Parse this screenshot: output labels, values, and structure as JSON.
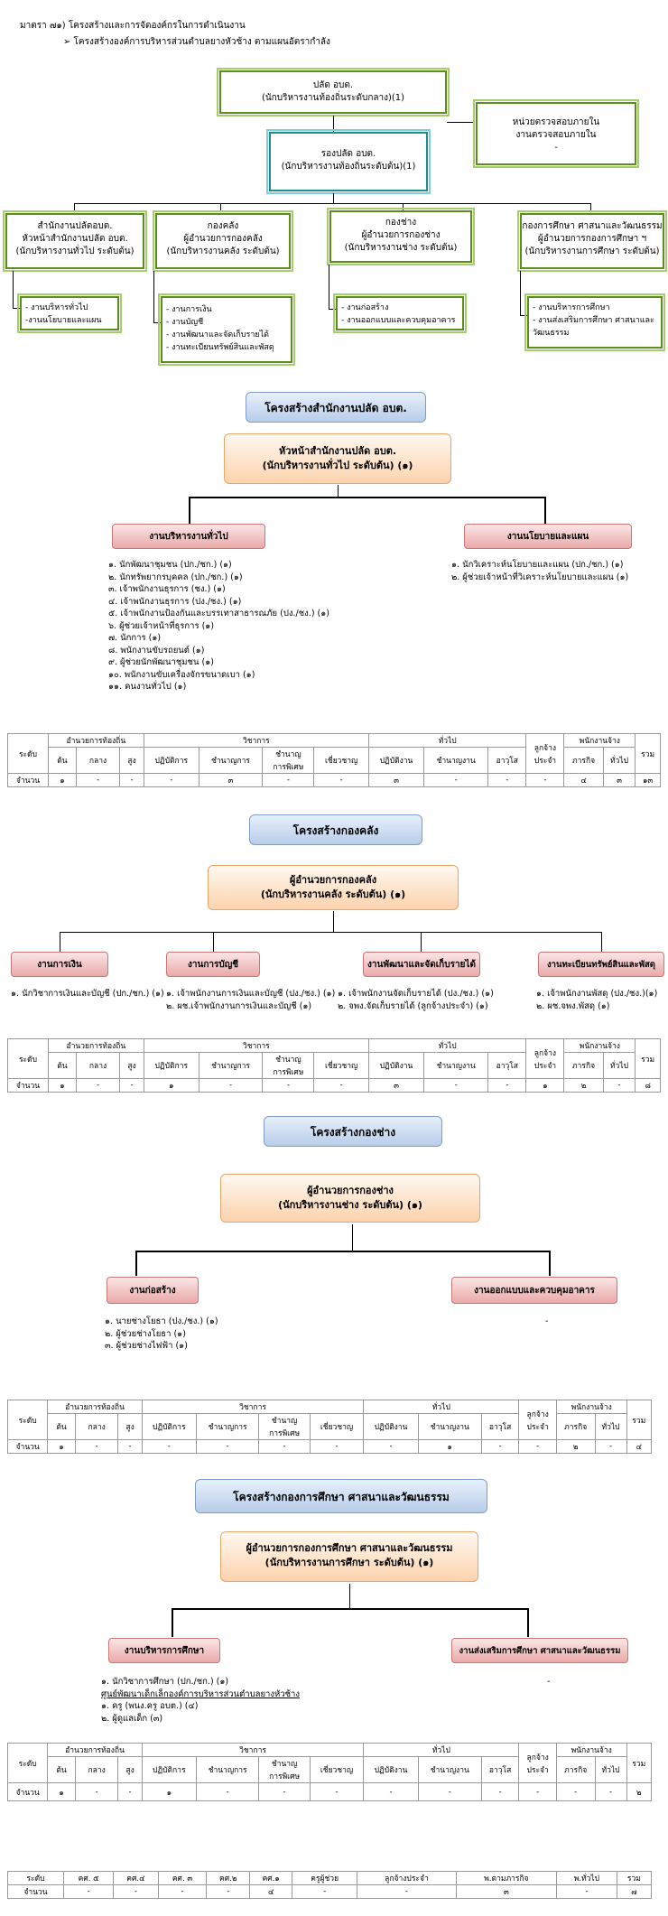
{
  "section_title": "มาตรา ๗๑) โครงสร้างและการจัดองค์กรในการดำเนินงาน",
  "subtitle": "➢ โครงสร้างองค์การบริหารส่วนตำบลยางหัวช้าง ตามแผนอัตรากำลัง",
  "org": {
    "palad": [
      "ปลัด อบต.",
      "(นักบริหารงานท้องถิ่นระดับกลาง)(1)"
    ],
    "rong_palad": [
      "รองปลัด อบต.",
      "(นักบริหารงานท้องถิ่นระดับต้น)(1)"
    ],
    "audit": [
      "หน่วยตรวจสอบภายใน",
      "งานตรวจสอบภายใน",
      "-"
    ],
    "divisions": [
      {
        "lines": [
          "สำนักงานปลัดอบต.",
          "หัวหน้าสำนักงานปลัด อบต.",
          "(นักบริหารงานทั่วไป ระดับต้น)"
        ],
        "tasks": [
          "- งานบริหารทั่วไป",
          "-งานนโยบายและแผน"
        ]
      },
      {
        "lines": [
          "กองคลัง",
          "ผู้อำนวยการกองคลัง",
          "(นักบริหารงานคลัง ระดับต้น)"
        ],
        "tasks": [
          "- งานการเงิน",
          "- งานบัญชี",
          "- งานพัฒนาและจัดเก็บรายได้",
          "- งานทะเบียนทรัพย์สินและพัสดุ"
        ]
      },
      {
        "lines": [
          "กองช่าง",
          "ผู้อำนวยการกองช่าง",
          "(นักบริหารงานช่าง ระดับต้น)"
        ],
        "tasks": [
          "- งานก่อสร้าง",
          "- งานออกแบบและควบคุมอาคาร"
        ]
      },
      {
        "lines": [
          "กองการศึกษา ศาสนาและวัฒนธรรม",
          "ผู้อำนวยการกองการศึกษา ฯ",
          "(นักบริหารงานการศึกษา ระดับต้น)"
        ],
        "tasks": [
          "- งานบริหารการศึกษา",
          "- งานส่งเสริมการศึกษา ศาสนาและ",
          "  วัฒนธรรม"
        ]
      }
    ]
  },
  "table_headers": {
    "level": "ระดับ",
    "local_admin": "อำนวยการท้องถิ่น",
    "academic": "วิชาการ",
    "general": "ทั่วไป",
    "employee": "ลูกจ้าง",
    "employee2": "ประจำ",
    "staff": "พนักงานจ้าง",
    "total": "รวม",
    "count_label": "จำนวน",
    "sub": [
      "ต้น",
      "กลาง",
      "สูง",
      "ปฏิบัติการ",
      "ชำนาญการ",
      "ชำนาญ",
      "การพิเศษ",
      "เชี่ยวชาญ",
      "ปฏิบัติงาน",
      "ชำนาญงาน",
      "อาวุโส",
      "ภารกิจ",
      "ทั่วไป"
    ]
  },
  "sec1": {
    "header": "โครงสร้างสำนักงานปลัด อบต.",
    "head": [
      "หัวหน้าสำนักงานปลัด อบต.",
      "(นักบริหารงานทั่วไป ระดับต้น) (๑)"
    ],
    "left_unit": "งานบริหารงานทั่วไป",
    "right_unit": "งานนโยบายและแผน",
    "left_list": [
      "๑. นักพัฒนาชุมชน  (ปก./ชก.) (๑)",
      "๒. นักทรัพยากรบุคคล (ปก./ชก.) (๑)",
      "๓. เจ้าพนักงานธุรการ  (ชง.) (๑)",
      "๔. เจ้าพนักงานธุรการ (ปง./ชง.) (๑)",
      "๕. เจ้าพนักงานป้องกันและบรรเทาสาธารณภัย (ปง./ชง.) (๑)",
      "๖. ผู้ช่วยเจ้าหน้าที่ธุรการ   (๑)",
      "๗. นักการ   (๑)",
      "๘. พนักงานขับรถยนต์   (๑)",
      "๙. ผู้ช่วยนักพัฒนาชุมชน   (๑)",
      "๑๐. พนักงานขับเครื่องจักรขนาดเบา (๑)",
      "๑๑. คนงานทั่วไป (๑)"
    ],
    "right_list": [
      "๑. นักวิเคราะห์นโยบายและแผน (ปก./ชก.) (๑)",
      "๒. ผู้ช่วยเจ้าหน้าที่วิเคราะห์นโยบายและแผน  (๑)"
    ],
    "counts": [
      "๑",
      "-",
      "-",
      "-",
      "๓",
      "-",
      "-",
      "๓",
      "-",
      "-",
      "-",
      "๔",
      "๓",
      "๑๓"
    ]
  },
  "sec2": {
    "header": "โครงสร้างกองคลัง",
    "head": [
      "ผู้อำนวยการกองคลัง",
      "(นักบริหารงานคลัง ระดับต้น) (๑)"
    ],
    "units": [
      "งานการเงิน",
      "งานการบัญชี",
      "งานพัฒนาและจัดเก็บรายได้",
      "งานทะเบียนทรัพย์สินและพัสดุ"
    ],
    "lists": [
      [
        "๑. นักวิชาการเงินและบัญชี  (ปก./ชก.) (๑)"
      ],
      [
        "๑. เจ้าพนักงานการเงินและบัญชี (ปง./ชง.) (๑)",
        "๒. ผช.เจ้าพนักงานการเงินและบัญชี (๑)"
      ],
      [
        "๑. เจ้าพนักงานจัดเก็บรายได้ (ปง./ชง.) (๑)",
        "๒. จพง.จัดเก็บรายได้ (ลูกจ้างประจำ) (๑)"
      ],
      [
        "๑. เจ้าพนักงานพัสดุ (ปง./ชง.)(๑)",
        "๒. ผช.จพง.พัสดุ  (๑)"
      ]
    ],
    "counts": [
      "๑",
      "-",
      "-",
      "๑",
      "-",
      "-",
      "-",
      "๓",
      "-",
      "-",
      "๑",
      "๒",
      "-",
      "๘"
    ]
  },
  "sec3": {
    "header": "โครงสร้างกองช่าง",
    "head": [
      "ผู้อำนวยการกองช่าง",
      "(นักบริหารงานช่าง ระดับต้น) (๑)"
    ],
    "units": [
      "งานก่อสร้าง",
      "งานออกแบบและควบคุมอาคาร"
    ],
    "left_list": [
      "๑. นายช่างโยธา  (ปง./ชง.) (๑)",
      "๒. ผู้ช่วยช่างโยธา  (๑)",
      "๓. ผู้ช่วยช่างไฟฟ้า  (๑)"
    ],
    "right_list": [
      "-"
    ],
    "counts": [
      "๑",
      "-",
      "-",
      "-",
      "-",
      "-",
      "-",
      "-",
      "๑",
      "-",
      "-",
      "๒",
      "-",
      "๔"
    ]
  },
  "sec4": {
    "header": "โครงสร้างกองการศึกษา ศาสนาและวัฒนธรรม",
    "head": [
      "ผู้อำนวยการกองการศึกษา ศาสนาและวัฒนธรรม",
      "(นักบริหารงานการศึกษา ระดับต้น) (๑)"
    ],
    "units": [
      "งานบริหารการศึกษา",
      "งานส่งเสริมการศึกษา ศาสนาและวัฒนธรรม"
    ],
    "left_list": [
      "๑. นักวิชาการศึกษา (ปก./ชก.) (๑)",
      "ศูนย์พัฒนาเด็กเล็กองค์การบริหารส่วนตำบลยางหัวช้าง",
      "๑. ครู  (พนง.ครู อบต.) (๔)",
      "๒. ผู้ดูแลเด็ก  (๓)"
    ],
    "right_list": [
      "-"
    ],
    "counts": [
      "๑",
      "-",
      "-",
      "๑",
      "-",
      "-",
      "-",
      "-",
      "-",
      "-",
      "-",
      "-",
      "-",
      "๒"
    ]
  },
  "summary": {
    "headers": [
      "ระดับ",
      "คศ. ๕",
      "คศ.๔",
      "คศ. ๓",
      "คศ.๒",
      "คศ.๑",
      "ครูผู้ช่วย",
      "ลูกจ้างประจำ",
      "พ.ตามภารกิจ",
      "พ.ทั่วไป",
      "รวม"
    ],
    "values": [
      "จำนวน",
      "-",
      "-",
      "-",
      "-",
      "๔",
      "-",
      "-",
      "๓",
      "-",
      "๗"
    ]
  }
}
